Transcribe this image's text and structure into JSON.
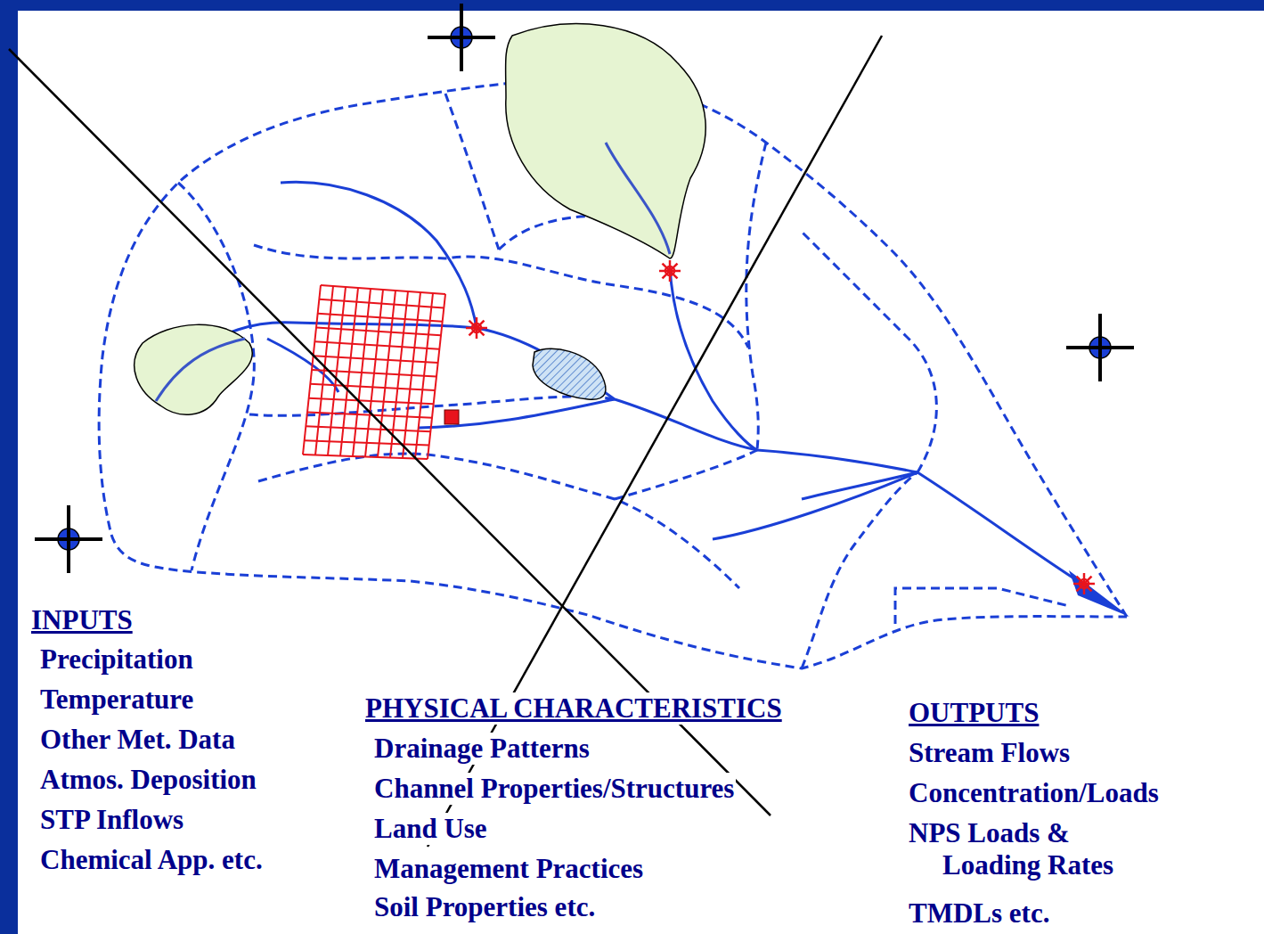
{
  "diagram": {
    "labels": [
      "INPUTS",
      "Precipitation",
      "Temperature",
      "Other Met. Data",
      "Atmos. Deposition",
      "STP Inflows",
      "Chemical App. etc.",
      "PHYSICAL CHARACTERISTICS",
      "Drainage Patterns",
      "Channel Properties/Structures",
      "Land Use",
      "Management Practices",
      "Soil Properties  etc.",
      "OUTPUTS",
      "Stream Flows",
      "Concentration/Loads",
      "NPS Loads & Loading Rates",
      "TMDLs  etc."
    ]
  }
}
